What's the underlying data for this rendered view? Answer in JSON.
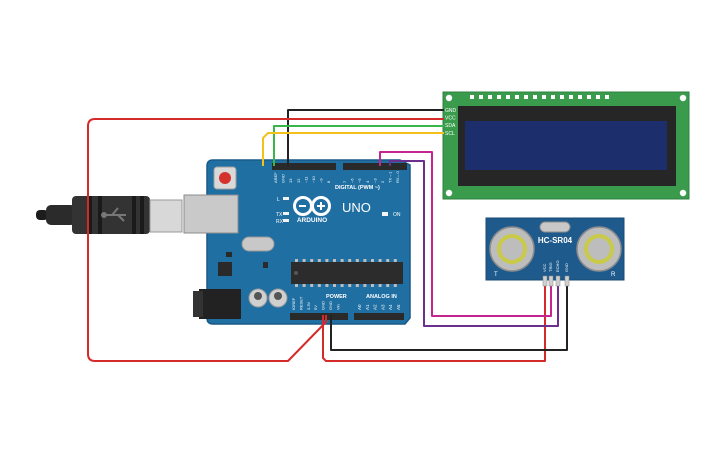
{
  "board": {
    "brand": "ARDUINO",
    "model": "UNO",
    "on_label": "ON",
    "tx_label": "TX",
    "rx_label": "RX",
    "l_label": "L",
    "digital_header": "DIGITAL (PWM ~)",
    "power_header": "POWER",
    "analog_header": "ANALOG IN",
    "digital_pins": [
      "AREF",
      "GND",
      "13",
      "12",
      "~11",
      "~10",
      "~9",
      "8",
      "7",
      "~6",
      "~5",
      "4",
      "~3",
      "2",
      "TX→1",
      "RX←0"
    ],
    "power_pins": [
      "IOREF",
      "RESET",
      "3.3V",
      "5V",
      "GND",
      "GND",
      "Vin"
    ],
    "analog_pins": [
      "A0",
      "A1",
      "A2",
      "A3",
      "A4",
      "A5"
    ]
  },
  "lcd": {
    "pin_labels": [
      "GND",
      "VCC",
      "SDA",
      "SCL"
    ]
  },
  "sensor": {
    "model": "HC-SR04",
    "pin_labels": [
      "VCC",
      "TRIG",
      "ECHO",
      "GND"
    ],
    "left_label": "T",
    "right_label": "R"
  },
  "colors": {
    "board_blue": "#1f6fa3",
    "pcb_green": "#3a9b4c",
    "lcd_screen": "#1c2e6b",
    "wire_red": "#d42a2a",
    "wire_black": "#222222",
    "wire_green": "#3ab54a",
    "wire_yellow": "#f2c21b",
    "wire_magenta": "#c5258f",
    "wire_purple": "#6b2f8f"
  }
}
